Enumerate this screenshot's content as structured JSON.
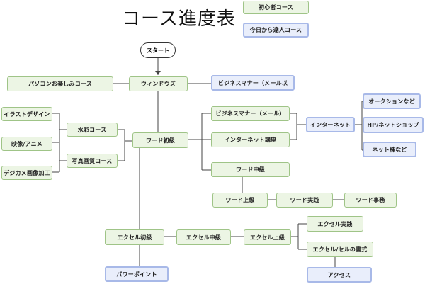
{
  "title": "コース進度表",
  "legend": {
    "beginner": "初心者コース",
    "advanced": "今日から達人コース"
  },
  "nodes": {
    "start": "スタート",
    "windows": "ウィンドウズ",
    "pc_fun": "パソコンお楽しみコース",
    "biz_manner_top": "ビジネスマナー（メール以",
    "illust": "イラストデザイン",
    "movie": "映像/アニメ",
    "digicame": "デジカメ画像加工",
    "suisai": "水彩コース",
    "photo": "写真画質コース",
    "word_basic": "ワード初級",
    "biz_manner": "ビジネスマナー（メール）",
    "internet_course": "インターネット講座",
    "internet": "インターネット",
    "auction": "オークションなど",
    "hp_shop": "HP/ネットショップ",
    "net_stock": "ネット株など",
    "word_mid": "ワード中級",
    "word_adv": "ワード上級",
    "word_practice": "ワード実践",
    "word_work": "ワード事務",
    "excel_basic": "エクセル初級",
    "excel_mid": "エクセル中級",
    "excel_adv": "エクセル上級",
    "excel_practice": "エクセル実践",
    "excel_format": "エクセル/セルの書式",
    "access": "アクセス",
    "powerpoint": "パワーポイント"
  }
}
